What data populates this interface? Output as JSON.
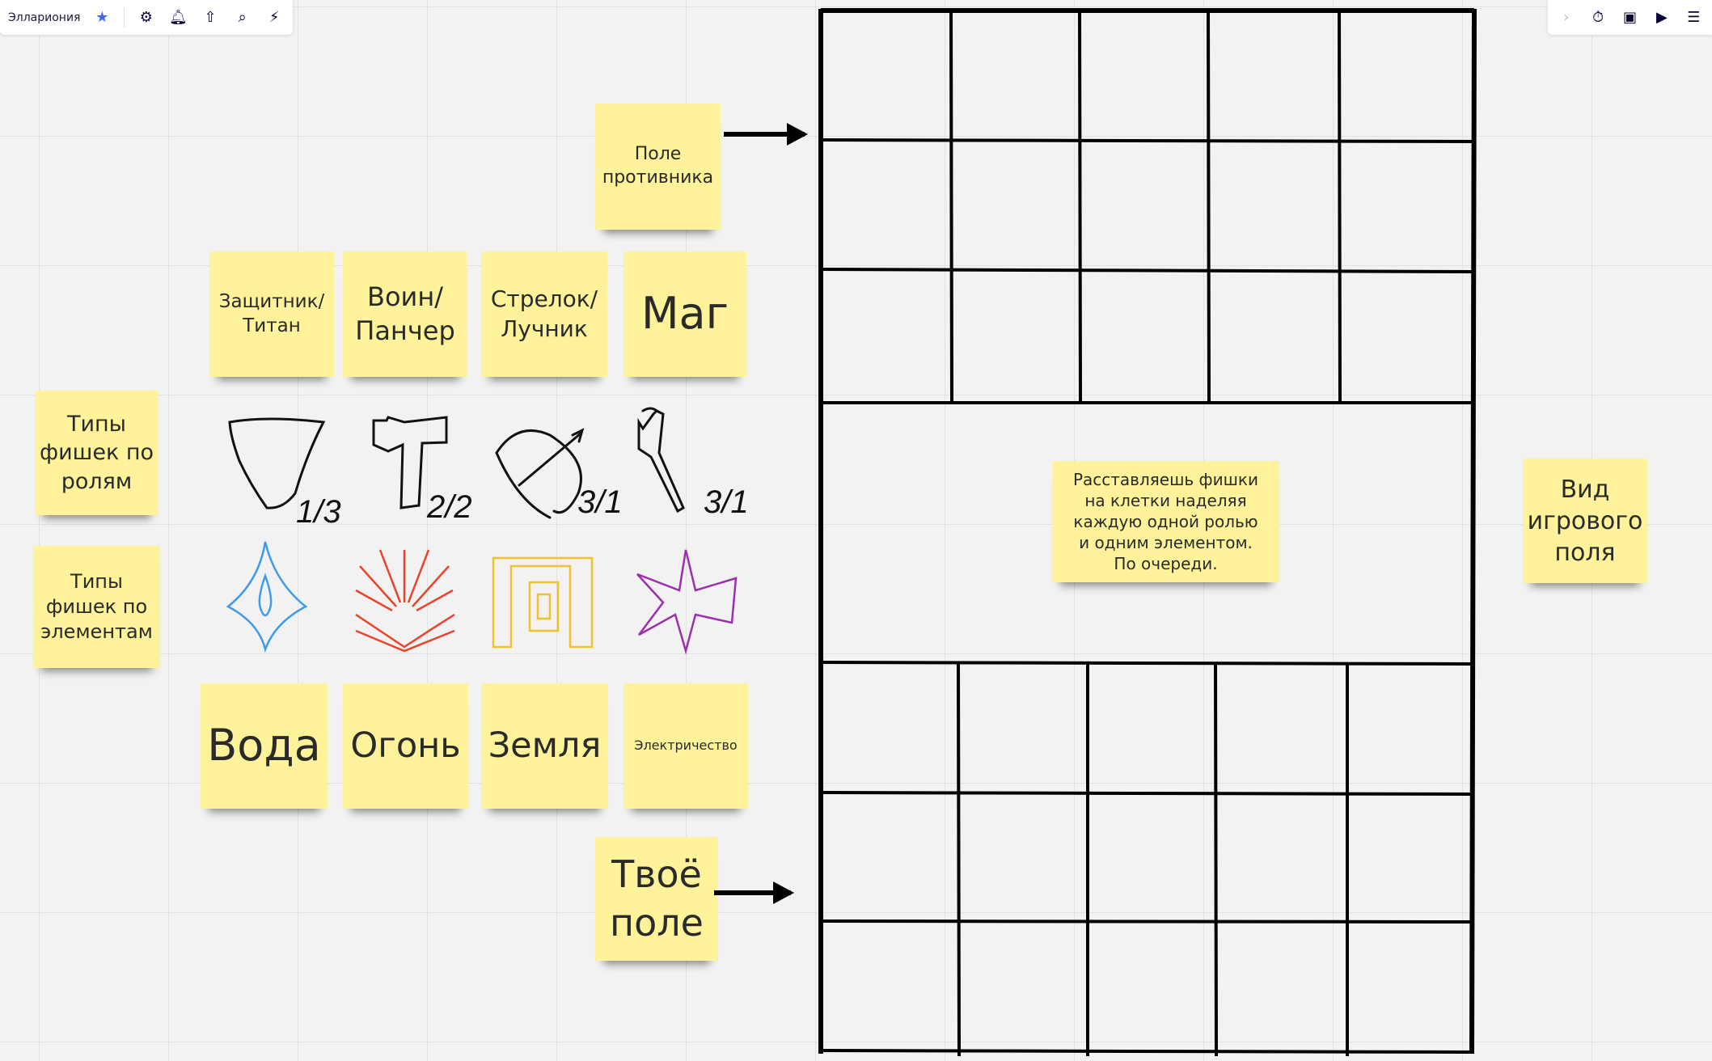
{
  "toolbar_left": {
    "board_name": "Элларионія",
    "icons": [
      "star-icon",
      "settings-icon",
      "bell-icon",
      "share-icon",
      "search-icon",
      "plugin-icon"
    ]
  },
  "toolbar_right": {
    "icons": [
      "expand-chevron-icon",
      "timer-icon",
      "card-icon",
      "presentation-icon",
      "notes-icon"
    ]
  },
  "notes": {
    "enemy_field": "Поле противника",
    "defender": "Защитник/ Титан",
    "warrior": "Воин/ Панчер",
    "archer": "Стрелок/ Лучник",
    "mage": "Маг",
    "types_roles": "Типы фишек по ролям",
    "types_elements": "Типы фишек по элементам",
    "water": "Вода",
    "fire": "Огонь",
    "earth": "Земля",
    "electricity": "Электричество",
    "your_field": "Твоё поле",
    "instructions": "Расставляешь фишки на клетки наделяя каждую одной ролью и одним элементом. По очереди.",
    "field_view": "Вид игрового поля"
  },
  "stats": {
    "defender": "1/3",
    "warrior": "2/2",
    "archer": "3/1",
    "mage": "3/1"
  },
  "colors": {
    "sticky": "#fef39a",
    "water": "#3d9be9",
    "fire": "#e8452c",
    "earth": "#f2c12e",
    "electricity": "#9b2fae"
  }
}
